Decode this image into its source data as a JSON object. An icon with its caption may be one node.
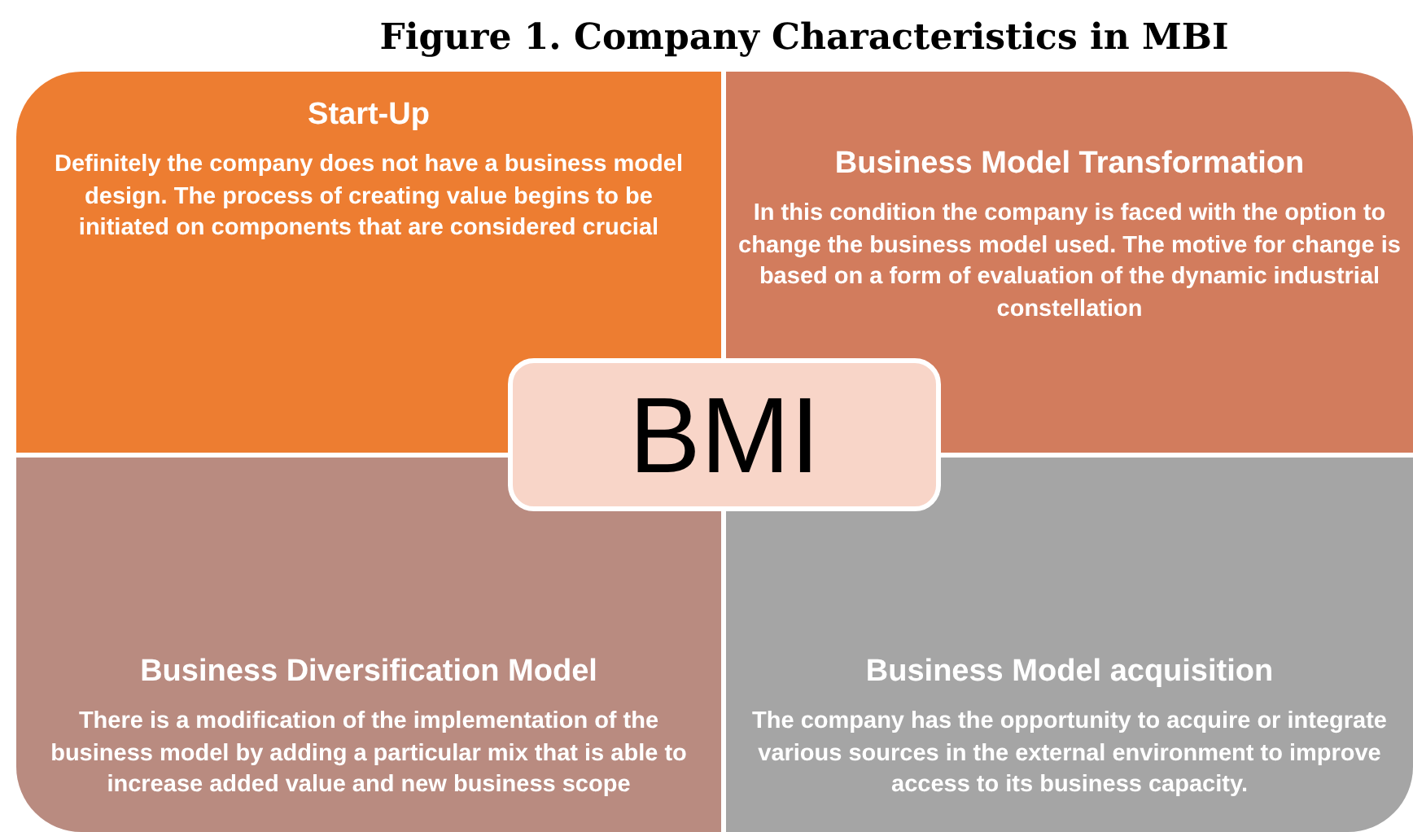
{
  "diagram": {
    "title": "Figure 1. Company Characteristics in MBI",
    "nodes": [
      {
        "text": [
          "Start-Up",
          "Definitely the company does not have a business model design. The process of creating value begins to be initiated on components that are considered crucial"
        ]
      },
      {
        "text": [
          "Business Model Transformation",
          "In this condition the company is faced with the option to change the business model used. The motive for change is based on a form of evaluation of the dynamic industrial constellation"
        ]
      },
      {
        "text": [
          "Business Diversification Model",
          "There is a modification of the implementation of the business model by adding a particular mix that is able to increase added value and new business scope"
        ]
      },
      {
        "text": [
          "Business Model acquisition",
          "The company has the opportunity to acquire or integrate various sources in the external environment to improve access to its business capacity."
        ]
      },
      {
        "text": [
          "BMI"
        ]
      }
    ],
    "edges": []
  }
}
